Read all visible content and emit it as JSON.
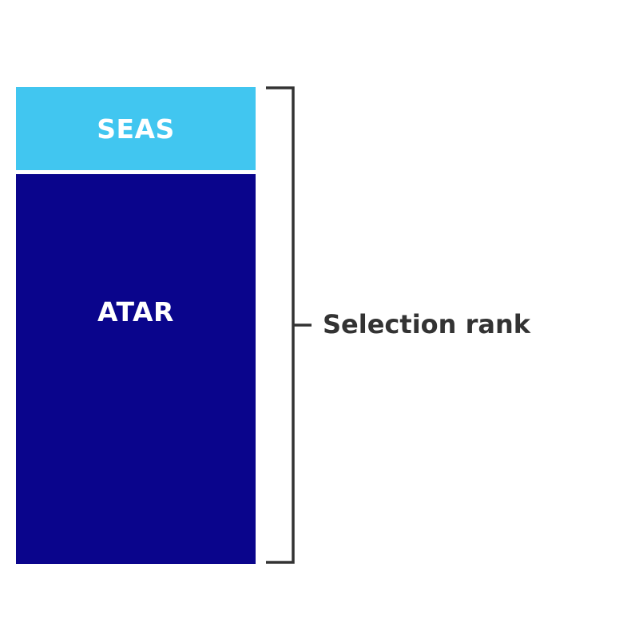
{
  "blocks": {
    "seas": {
      "label": "SEAS",
      "color": "#41c6f0"
    },
    "atar": {
      "label": "ATAR",
      "color": "#0a058c"
    }
  },
  "bracket": {
    "label": "Selection rank",
    "color": "#333333"
  }
}
